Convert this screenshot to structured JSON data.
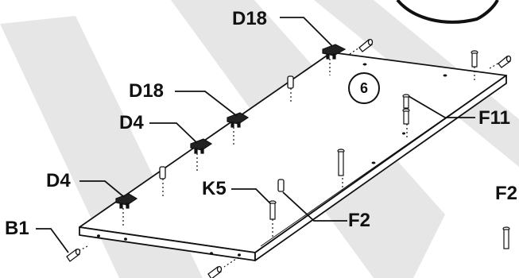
{
  "step": {
    "number": "6"
  },
  "labels": {
    "d18_top": "D18",
    "d18_mid": "D18",
    "d4_mid": "D4",
    "d4_low": "D4",
    "b1": "B1",
    "k5": "K5",
    "f2": "F2",
    "f11": "F11",
    "f2_cut": "F2"
  },
  "colors": {
    "ink": "#111111",
    "watermark": "#e6e6e6",
    "panel": "#ffffff"
  }
}
